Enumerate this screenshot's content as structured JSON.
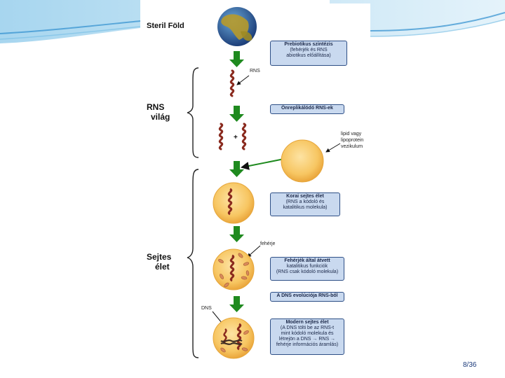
{
  "slide": {
    "page_number": "8/36",
    "colors": {
      "wave_light": "#cfe6f5",
      "wave_mid": "#7cc0e6",
      "wave_dark": "#2f8fcf"
    }
  },
  "figure": {
    "title": "Steril Föld",
    "rna_label": "RNS",
    "plus_sign": "+",
    "vesicle_label": [
      "lipid vagy",
      "lipoprotein",
      "vezikulum"
    ],
    "protein_label": "fehérje",
    "dna_label": "DNS",
    "braces": {
      "rna_world": [
        "RNS",
        "világ"
      ],
      "cellular_life": [
        "Sejtes",
        "élet"
      ]
    },
    "boxes": [
      {
        "title": "Prebiotikus szintézis",
        "lines": [
          "(fehérjék és RNS",
          "abiotikus előállítása)"
        ]
      },
      {
        "title": "Önreplikálódó RNS-ek",
        "lines": []
      },
      {
        "title": "Korai sejtes élet",
        "lines": [
          "(RNS a kódoló és",
          "katalitikus molekula)"
        ]
      },
      {
        "title": "Fehérjék által átvett",
        "lines": [
          "katalitikus funkciók",
          "(RNS csak kódoló molekula)"
        ]
      },
      {
        "title": "A DNS evolúciója RNS-ből",
        "lines": []
      },
      {
        "title": "Modern sejtes élet",
        "lines": [
          "(A DNS tölti be az RNS-t",
          "mint kódoló molekula és",
          "létrejön a DNS → RNS →",
          "fehérje információs áramlás)"
        ]
      }
    ],
    "colors": {
      "arrow_green": "#1f8a1f",
      "cell_fill": "#f7c662",
      "cell_edge": "#e6a63a",
      "rna_strand": "#8a2a1e",
      "box_fill": "#c9d9ef",
      "box_edge": "#2e4f86"
    }
  }
}
